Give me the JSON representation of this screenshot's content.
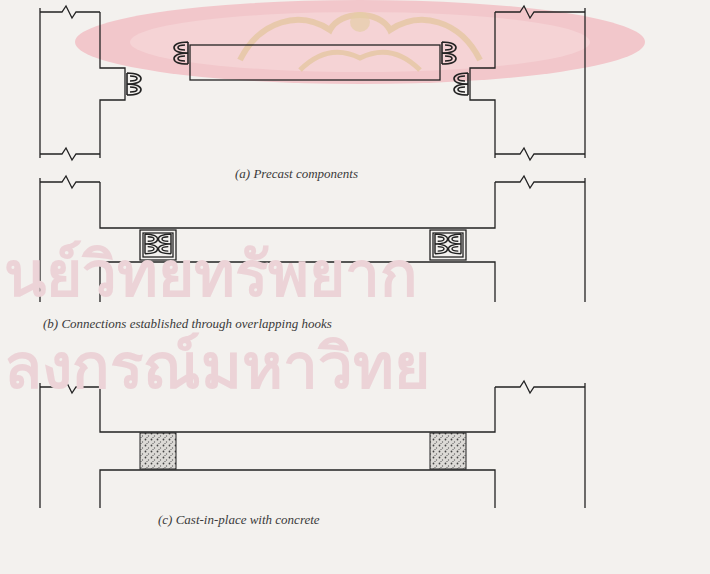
{
  "diagram": {
    "labels": [
      "นย์วิทยทรัพยาก",
      "ลงกรณ์มหาวิทย",
      "(a) Precast components",
      "(b) Connections established through overlapping hooks",
      "(c) Cast-in-place with concrete"
    ]
  }
}
